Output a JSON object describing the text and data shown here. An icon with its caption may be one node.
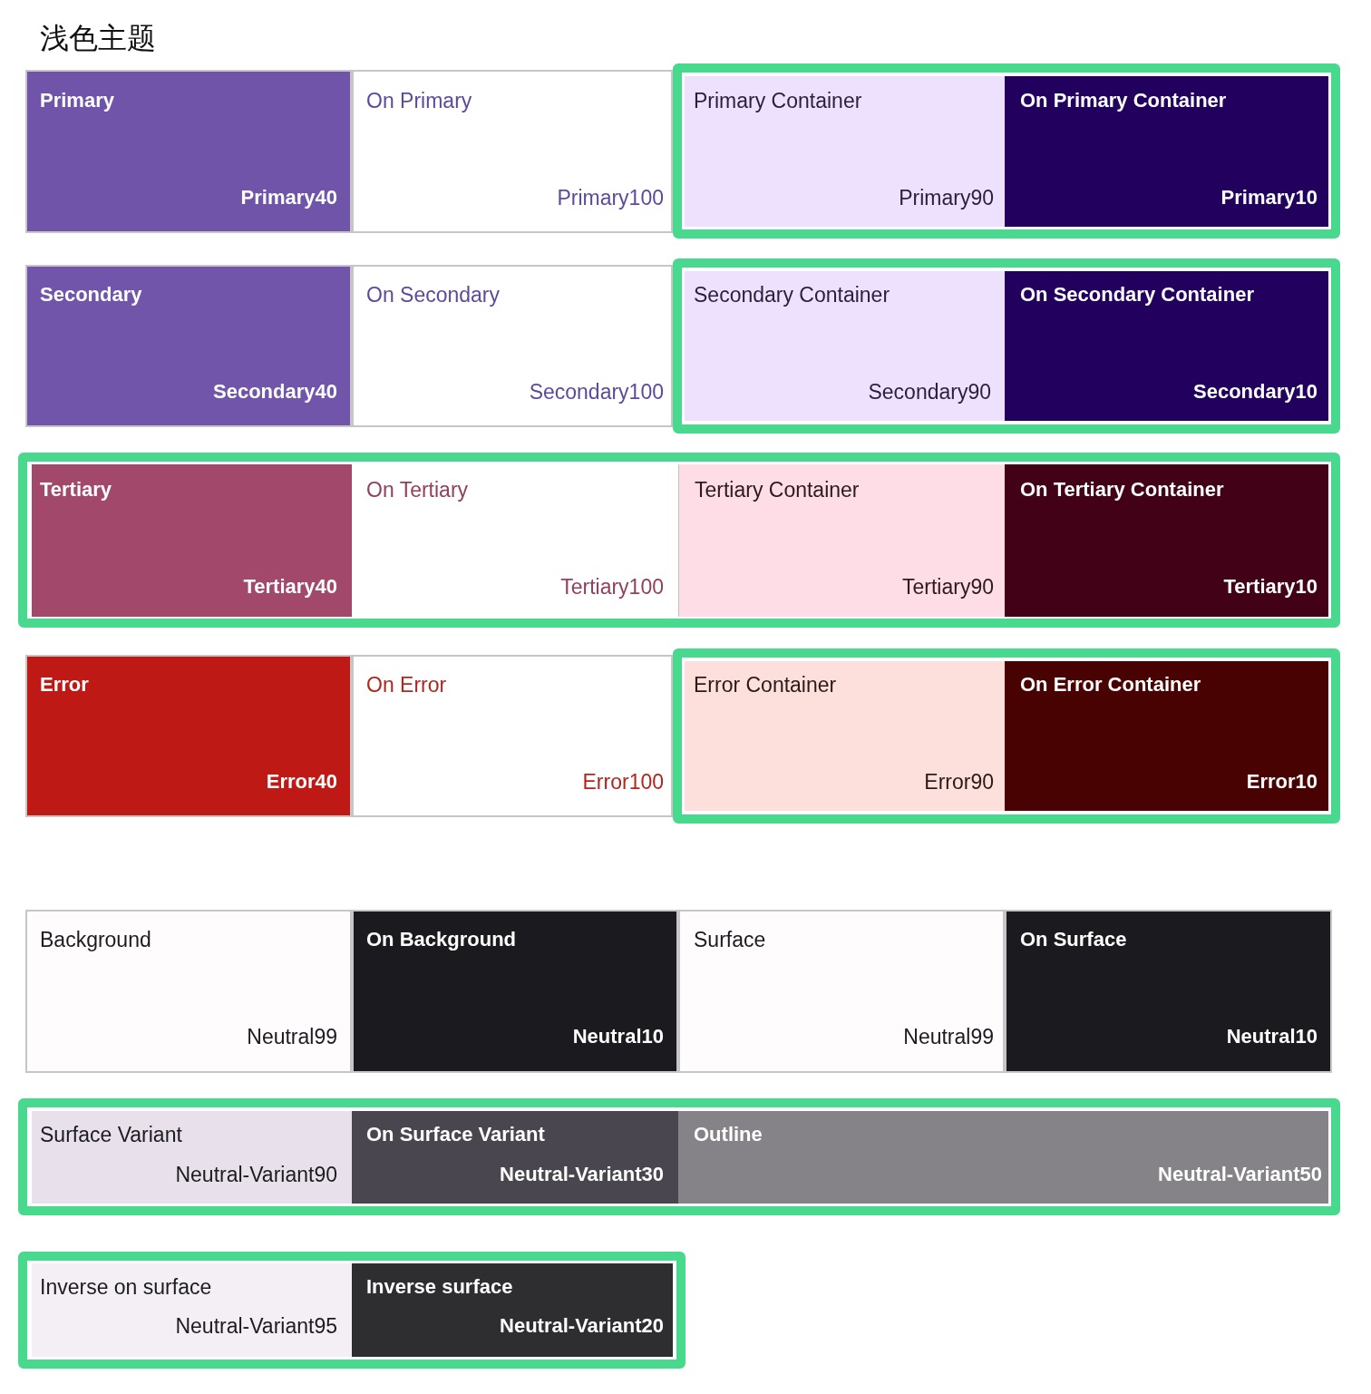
{
  "diagram": {
    "title": "浅色主题",
    "nodes": [
      {
        "text": [
          "Primary",
          "Primary40"
        ]
      },
      {
        "text": [
          "On Primary",
          "Primary100"
        ]
      },
      {
        "text": [],
        "shape": "box"
      },
      {
        "text": [
          "Primary Container",
          "Primary90"
        ],
        "in": 2
      },
      {
        "text": [
          "On Primary Container",
          "Primary10"
        ],
        "in": 2
      },
      {
        "text": [
          "Secondary",
          "Secondary40"
        ]
      },
      {
        "text": [
          "On Secondary",
          "Secondary100"
        ]
      },
      {
        "text": [],
        "shape": "box"
      },
      {
        "text": [
          "Secondary Container",
          "Secondary90"
        ],
        "in": 7
      },
      {
        "text": [
          "On Secondary Container",
          "Secondary10"
        ],
        "in": 7
      },
      {
        "text": [],
        "shape": "box"
      },
      {
        "text": [
          "Tertiary",
          "Tertiary40"
        ],
        "in": 10
      },
      {
        "text": [
          "On Tertiary",
          "Tertiary100"
        ],
        "in": 10
      },
      {
        "text": [
          "Tertiary Container",
          "Tertiary90"
        ],
        "in": 10
      },
      {
        "text": [
          "On Tertiary Container",
          "Tertiary10"
        ],
        "in": 10
      },
      {
        "text": [
          "Error",
          "Error40"
        ]
      },
      {
        "text": [
          "On Error",
          "Error100"
        ]
      },
      {
        "text": [],
        "shape": "box"
      },
      {
        "text": [
          "Error Container",
          "Error90"
        ],
        "in": 17
      },
      {
        "text": [
          "On Error Container",
          "Error10"
        ],
        "in": 17
      },
      {
        "text": [
          "Background",
          "Neutral99"
        ]
      },
      {
        "text": [
          "On Background",
          "Neutral10"
        ]
      },
      {
        "text": [
          "Surface",
          "Neutral99"
        ]
      },
      {
        "text": [
          "On Surface",
          "Neutral10"
        ]
      },
      {
        "text": [],
        "shape": "box"
      },
      {
        "text": [
          "Surface Variant",
          "Neutral-Variant90"
        ],
        "in": 24
      },
      {
        "text": [
          "On Surface Variant",
          "Neutral-Variant30"
        ],
        "in": 24
      },
      {
        "text": [
          "Outline",
          "Neutral-Variant50"
        ],
        "in": 24
      },
      {
        "text": [],
        "shape": "box"
      },
      {
        "text": [
          "Inverse on surface",
          "Neutral-Variant95"
        ],
        "in": 28
      },
      {
        "text": [
          "Inverse surface",
          "Neutral-Variant20"
        ],
        "in": 28
      }
    ]
  }
}
